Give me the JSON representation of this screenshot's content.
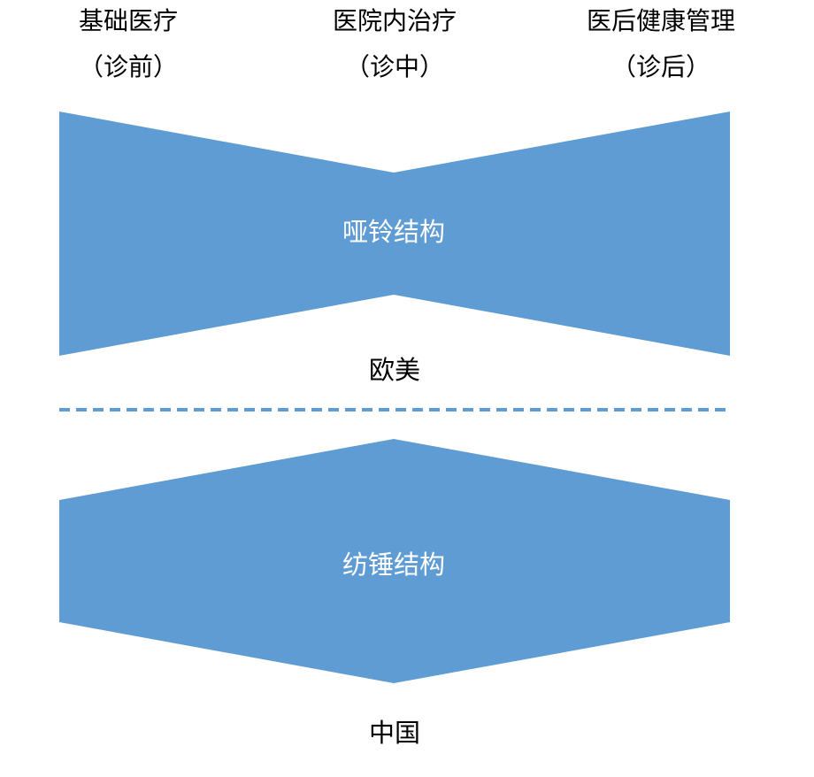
{
  "header": {
    "columns": [
      {
        "title": "基础医疗",
        "subtitle": "（诊前）"
      },
      {
        "title": "医院内治疗",
        "subtitle": "（诊中）"
      },
      {
        "title": "医后健康管理",
        "subtitle": "（诊后）"
      }
    ]
  },
  "top_section": {
    "shape_label": "哑铃结构",
    "region_label": "欧美"
  },
  "bottom_section": {
    "shape_label": "纺锤结构",
    "region_label": "中国"
  },
  "colors": {
    "shape_fill": "#5f9cd3",
    "divider": "#5f9cd3",
    "text": "#000000",
    "shape_text": "#ffffff"
  }
}
